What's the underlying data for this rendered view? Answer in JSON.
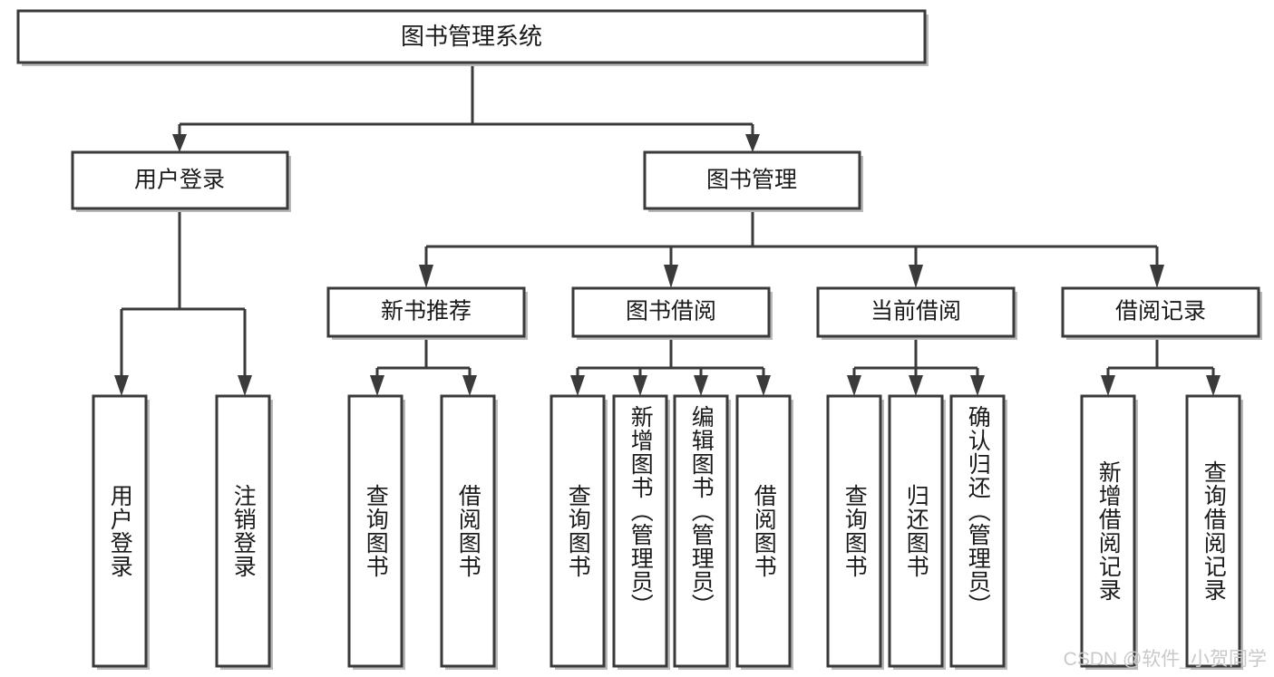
{
  "diagram": {
    "type": "tree-hierarchy",
    "title": "图书管理系统",
    "root": {
      "label": "图书管理系统",
      "name": "root-node"
    },
    "level2": [
      {
        "label": "用户登录",
        "name": "node-user-login"
      },
      {
        "label": "图书管理",
        "name": "node-book-management"
      }
    ],
    "level3": [
      {
        "label": "新书推荐",
        "name": "node-new-book-recommend"
      },
      {
        "label": "图书借阅",
        "name": "node-book-borrow"
      },
      {
        "label": "当前借阅",
        "name": "node-current-borrow"
      },
      {
        "label": "借阅记录",
        "name": "node-borrow-record"
      }
    ],
    "leaves_user_login": [
      {
        "label": "用户登录",
        "name": "leaf-user-login"
      },
      {
        "label": "注销登录",
        "name": "leaf-logout"
      }
    ],
    "leaves_new_book": [
      {
        "label": "查询图书",
        "name": "leaf-query-book-1"
      },
      {
        "label": "借阅图书",
        "name": "leaf-borrow-book-1"
      }
    ],
    "leaves_book_borrow": [
      {
        "label": "查询图书",
        "name": "leaf-query-book-2"
      },
      {
        "label": "新增图书（管理员）",
        "name": "leaf-add-book-admin"
      },
      {
        "label": "编辑图书（管理员）",
        "name": "leaf-edit-book-admin"
      },
      {
        "label": "借阅图书",
        "name": "leaf-borrow-book-2"
      }
    ],
    "leaves_current_borrow": [
      {
        "label": "查询图书",
        "name": "leaf-query-book-3"
      },
      {
        "label": "归还图书",
        "name": "leaf-return-book"
      },
      {
        "label": "确认归还（管理员）",
        "name": "leaf-confirm-return-admin"
      }
    ],
    "leaves_borrow_record": [
      {
        "label": "新增借阅记录",
        "name": "leaf-add-borrow-record"
      },
      {
        "label": "查询借阅记录",
        "name": "leaf-query-borrow-record"
      }
    ]
  },
  "watermark": {
    "text": "CSDN @软件_小贺同学"
  },
  "colors": {
    "box_stroke": "#3a3a3a",
    "box_fill": "#ffffff",
    "text": "#1a1a1a",
    "shadow": "#b9b9b9",
    "watermark": "#c9c9c9",
    "background": "#ffffff"
  }
}
